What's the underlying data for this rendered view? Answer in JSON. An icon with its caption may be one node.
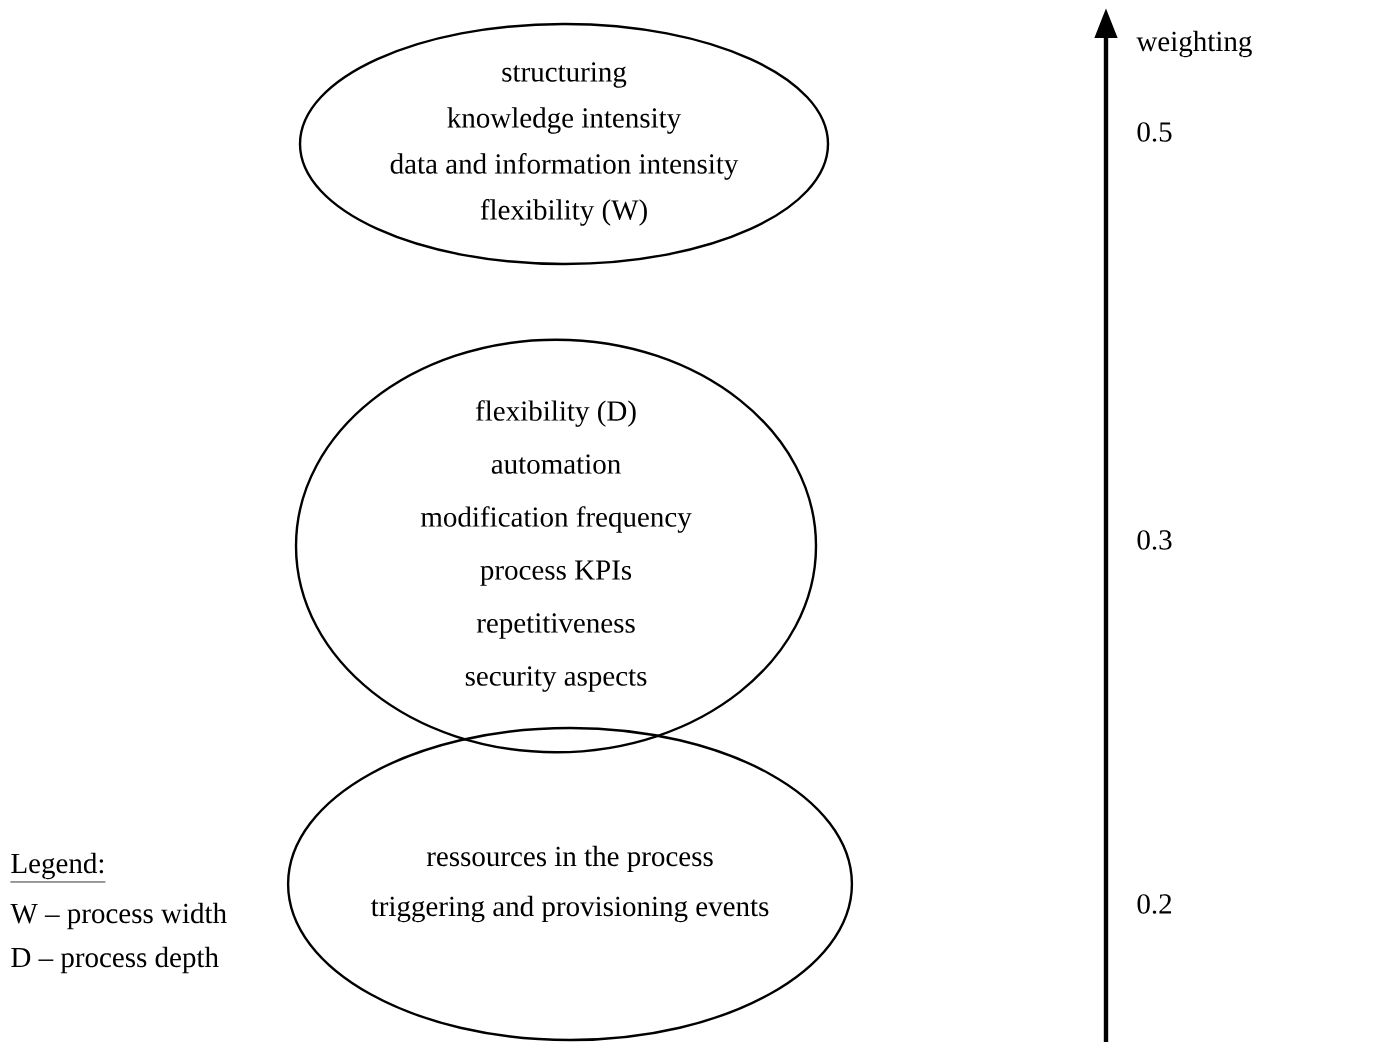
{
  "diagram": {
    "nodes": [
      {
        "text": [
          "structuring",
          "knowledge intensity",
          "data and information intensity",
          "flexibility (W)"
        ]
      },
      {
        "text": [
          "flexibility (D)",
          "automation",
          "modification frequency",
          "process KPIs",
          "repetitiveness",
          "security aspects"
        ]
      },
      {
        "text": [
          "ressources in the process",
          "triggering and provisioning events"
        ]
      }
    ],
    "labels": [
      "weighting",
      "0.5",
      "0.3",
      "0.2",
      "Legend:",
      "W – process width",
      "D – process depth"
    ]
  }
}
